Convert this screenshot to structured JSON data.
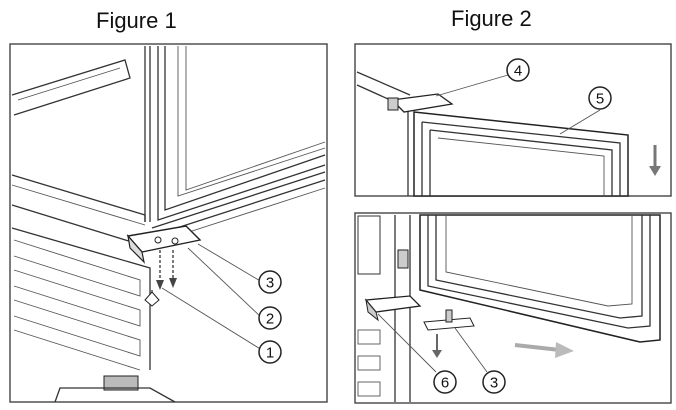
{
  "figures": [
    {
      "title": "Figure 1"
    },
    {
      "title": "Figure 2"
    }
  ],
  "callouts": {
    "fig1": [
      "3",
      "2",
      "1"
    ],
    "fig2_top": [
      "4",
      "5"
    ],
    "fig2_bottom": [
      "6",
      "3"
    ]
  }
}
